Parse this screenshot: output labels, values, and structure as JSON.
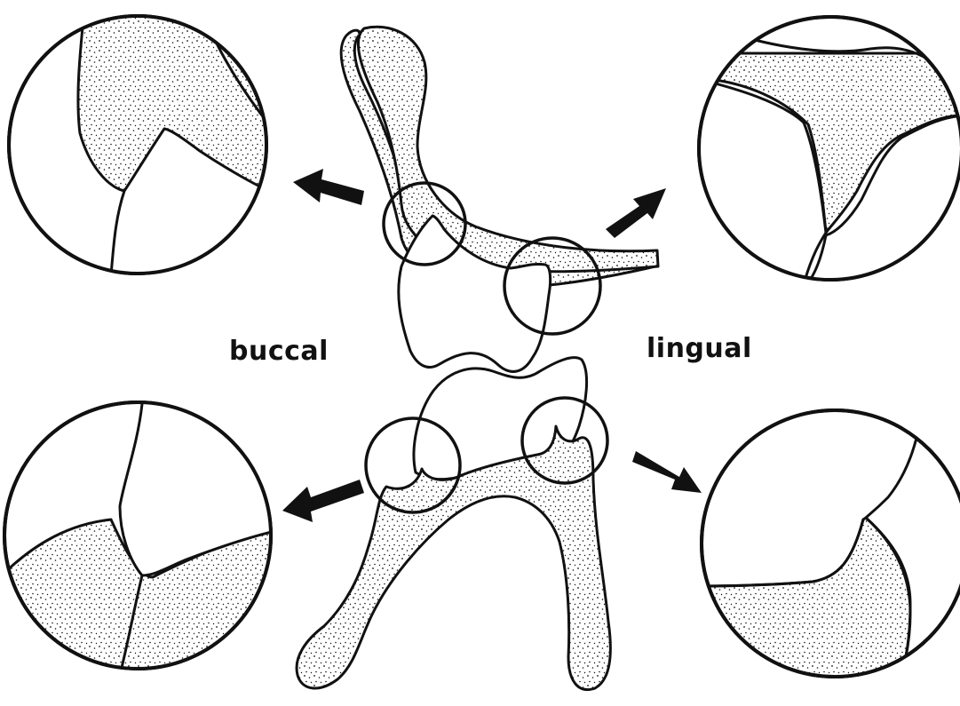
{
  "labels": {
    "buccal": "buccal",
    "lingual": "lingual"
  },
  "colors": {
    "ink": "#111111",
    "background": "#ffffff",
    "stipple": "#111111"
  },
  "figure": {
    "upper_tooth_contacts": 2,
    "lower_tooth_contacts": 2,
    "magnified_views": 4,
    "shading": "stippled bone"
  }
}
